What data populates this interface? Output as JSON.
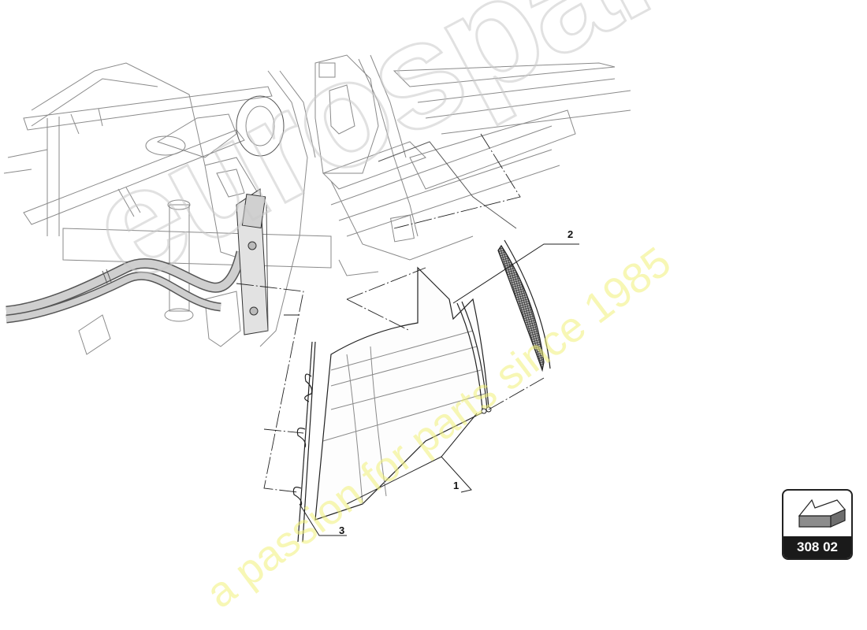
{
  "diagram": {
    "type": "exploded parts diagram",
    "callouts": [
      {
        "id": "1",
        "label": "1",
        "part": "side air duct panel"
      },
      {
        "id": "2",
        "label": "2",
        "part": "intake mesh grille"
      },
      {
        "id": "3",
        "label": "3",
        "part": "mounting clip strip"
      }
    ],
    "page_badge": {
      "label": "308 02",
      "icon": "arrow-box-icon"
    },
    "watermark": {
      "logo": "eurospares",
      "tagline": "a passion for parts since 1985"
    },
    "colors": {
      "line": "#8a8a8a",
      "outline_dark": "#222222",
      "badge_bg": "#1a1a1a",
      "badge_text": "#ffffff",
      "watermark_yellow": "#f0f078",
      "hose_fill": "#c8c8c8"
    }
  }
}
